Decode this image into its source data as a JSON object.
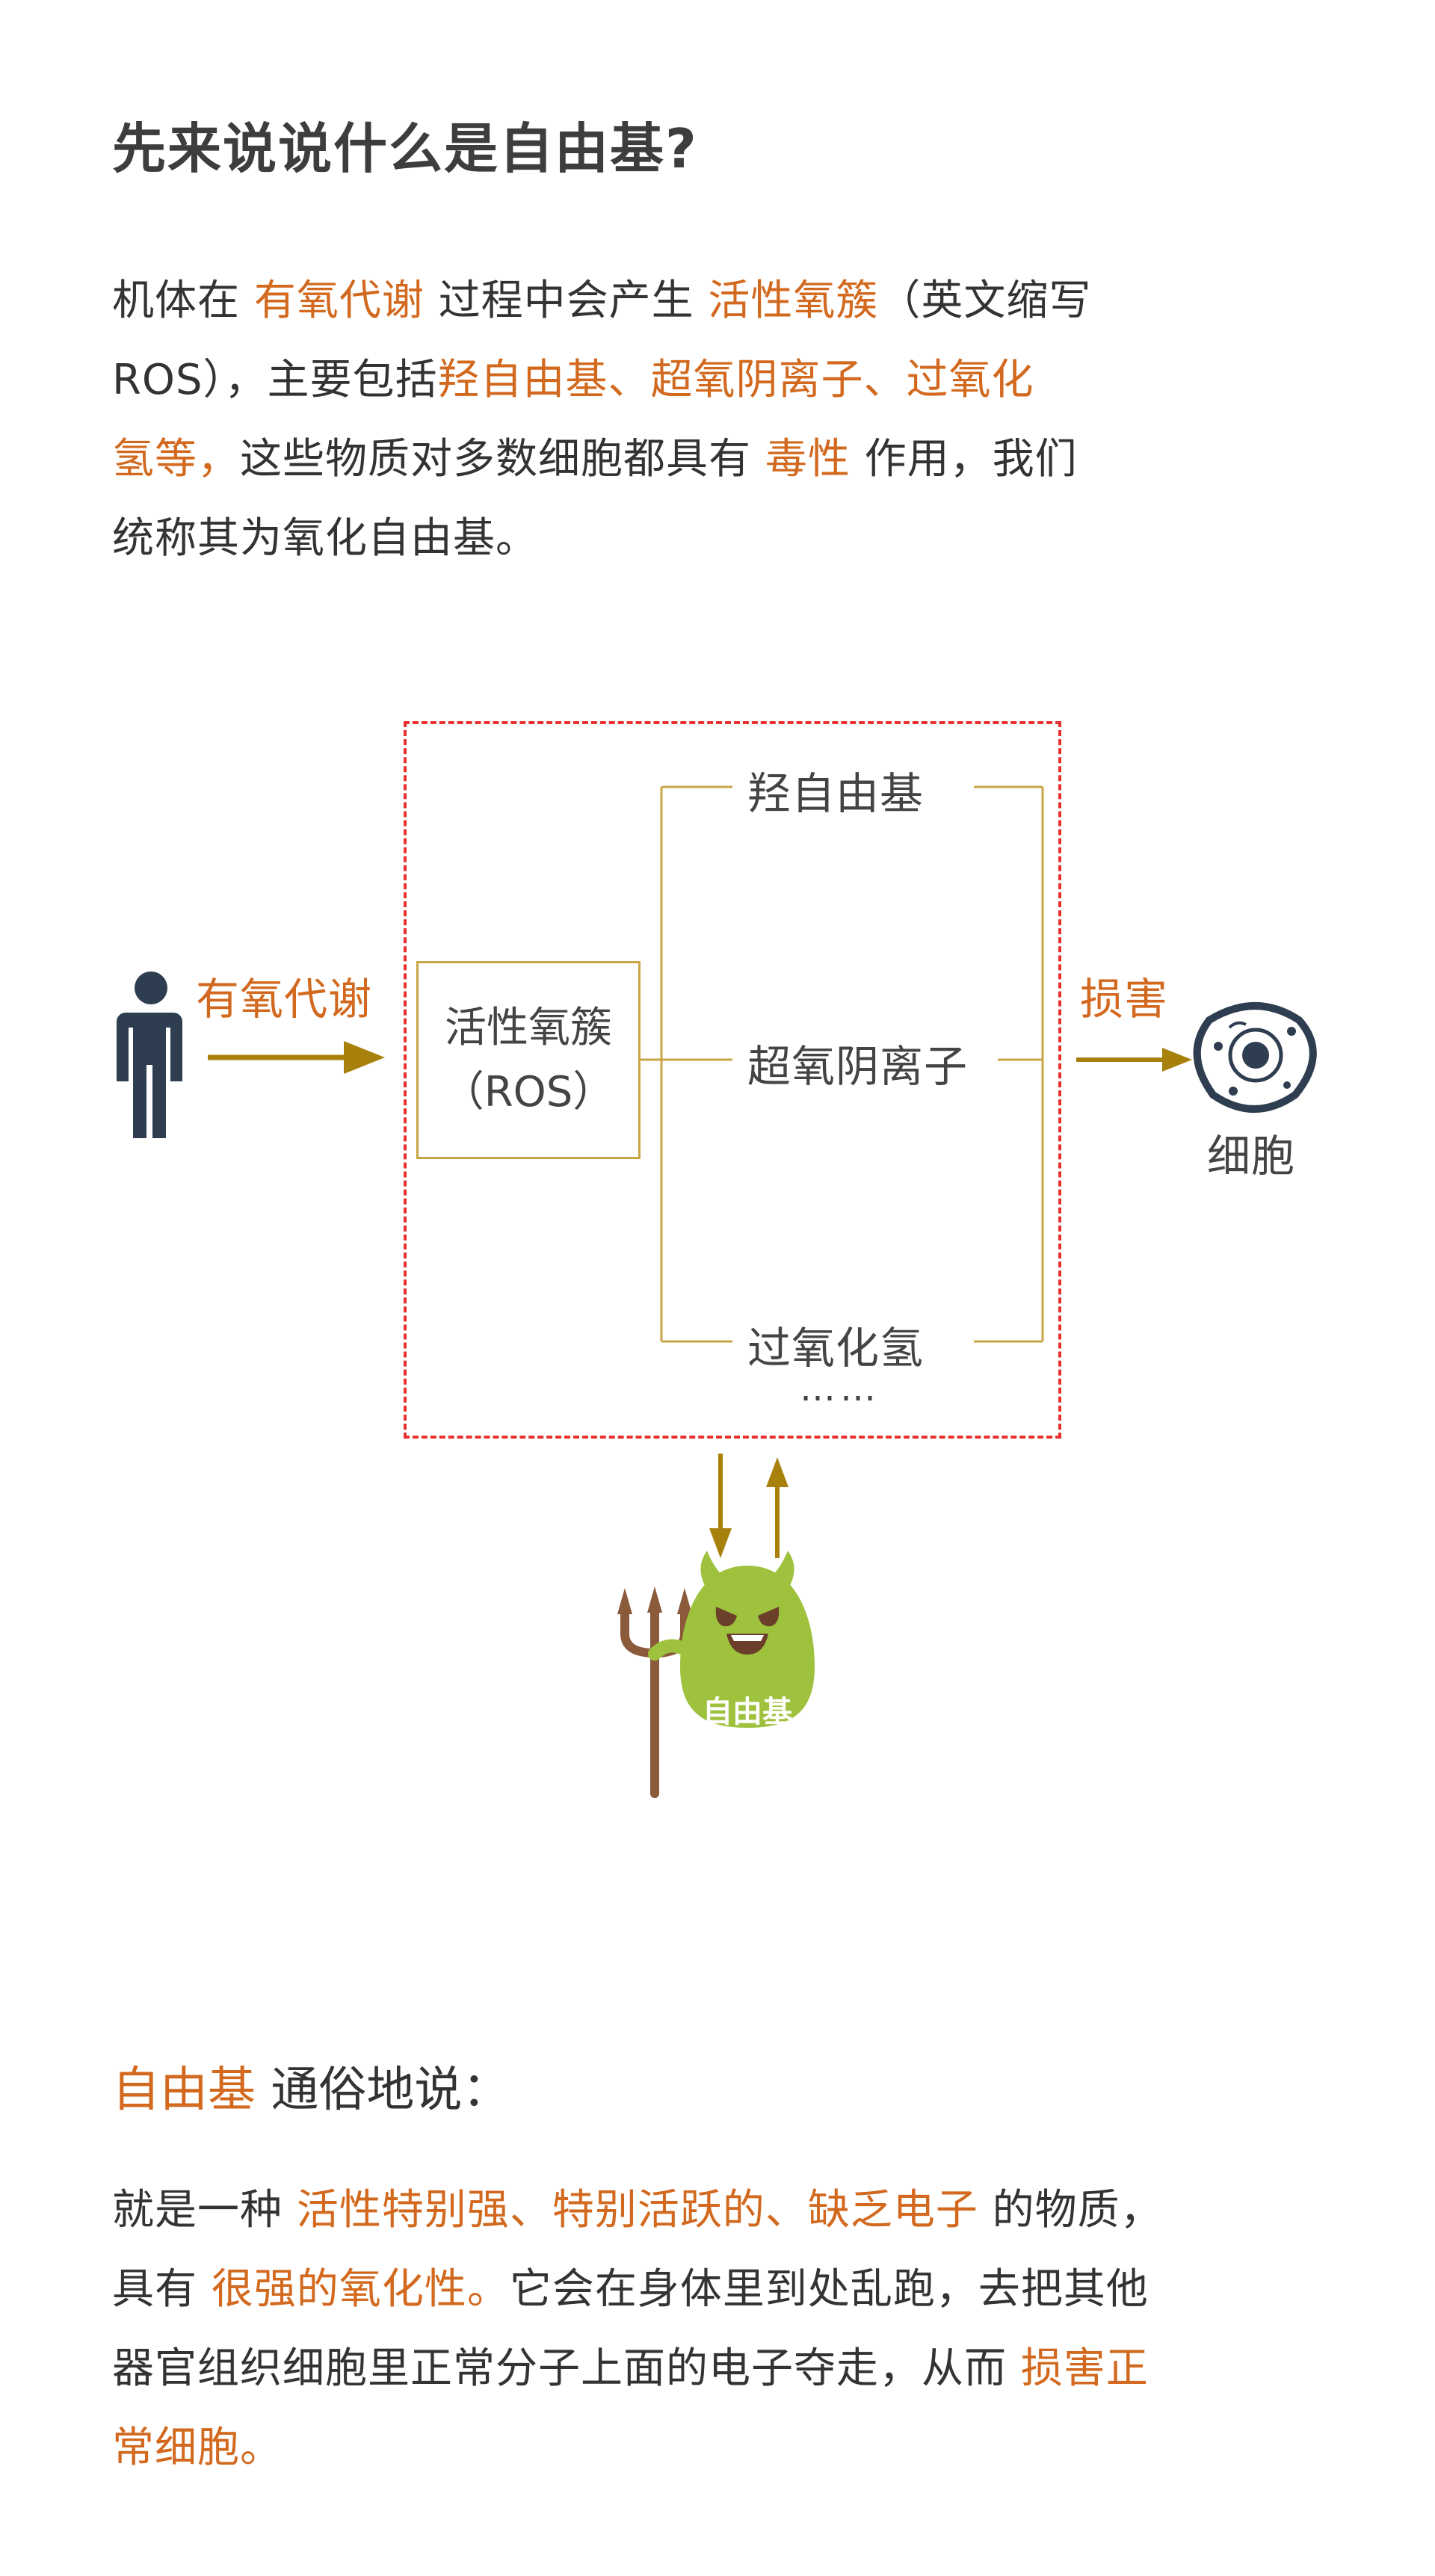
{
  "heading": "先来说说什么是自由基?",
  "p1": {
    "l1a": "机体在 ",
    "l1b": "有氧代谢",
    "l1c": " 过程中会产生 ",
    "l1d": "活性氧簇",
    "l1e": "（英文缩写",
    "l2a": "ROS），主要包括",
    "l2b": "羟自由基、超氧阴离子、过氧化",
    "l3a": "氢等，",
    "l3b": "这些物质对多数细胞都具有 ",
    "l3c": "毒性",
    "l3d": " 作用，我们",
    "l4": "统称其为氧化自由基。"
  },
  "diagram": {
    "metabolism": "有氧代谢",
    "ros_line1": "活性氧簇",
    "ros_line2": "（ROS）",
    "items": [
      "羟自由基",
      "超氧阴离子",
      "过氧化氢"
    ],
    "more": "……",
    "damage": "损害",
    "cell": "细胞",
    "devil": "自由基",
    "accent_color": "#a8800c",
    "dash_color": "#e8302f",
    "box_color": "#c8a646"
  },
  "section2": {
    "title_hl": "自由基",
    "title_rest": " 通俗地说：",
    "l1a": "就是一种 ",
    "l1b": "活性特别强、特别活跃的、缺乏电子",
    "l1c": " 的物质，",
    "l2a": "具有  ",
    "l2b": "很强的氧化性。",
    "l2c": "它会在身体里到处乱跑，去把其他",
    "l3a": "器官组织细胞里正常分子上面的电子夺走，从而  ",
    "l3b": "损害正",
    "l4": "常细胞。"
  }
}
